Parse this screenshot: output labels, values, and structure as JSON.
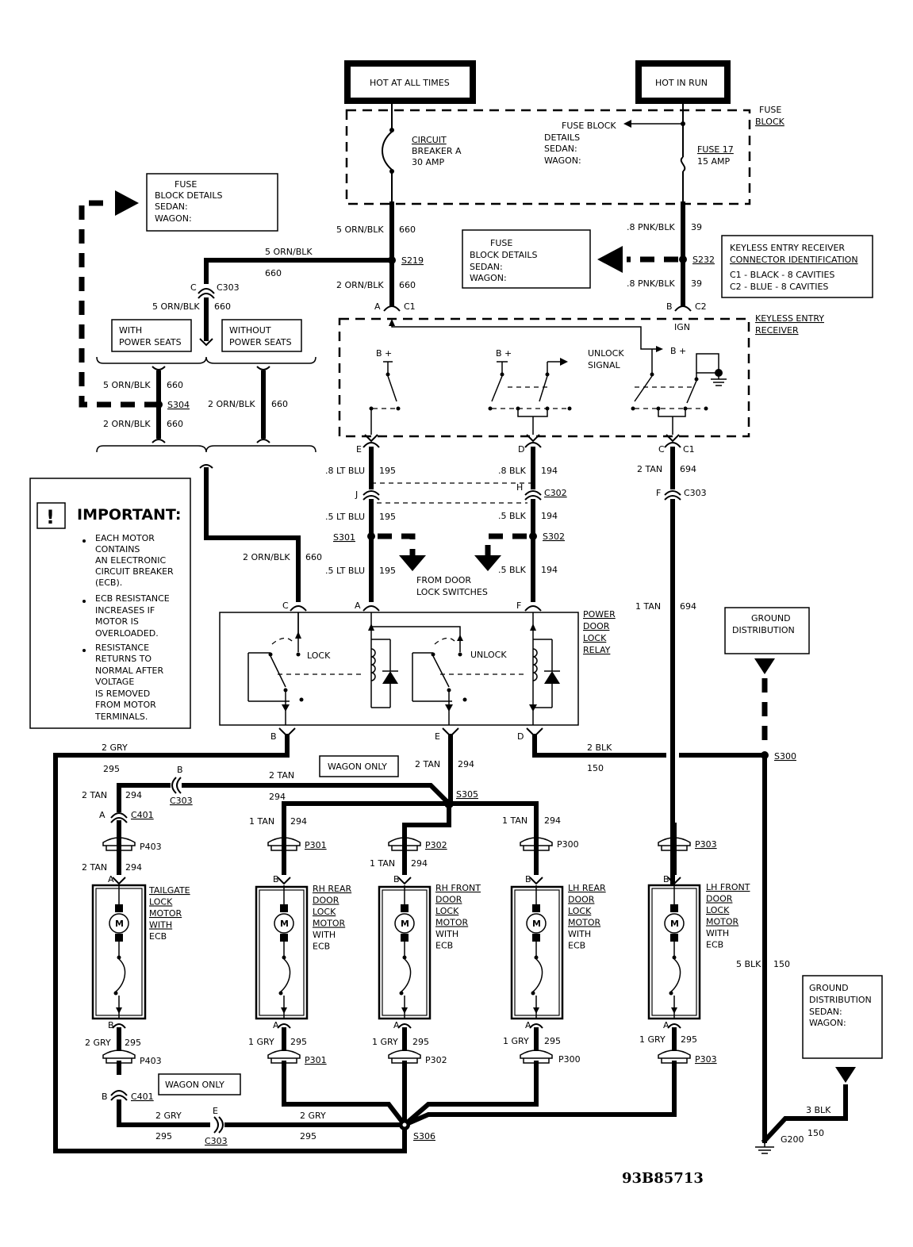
{
  "title_boxes": {
    "hot_all_times": "HOT AT ALL TIMES",
    "hot_in_run": "HOT IN RUN"
  },
  "fuse_block": {
    "label_1": "FUSE",
    "label_2": "BLOCK",
    "breaker_1": "CIRCUIT",
    "breaker_2": "BREAKER A",
    "breaker_3": "30 AMP",
    "details_1": "FUSE BLOCK",
    "details_2": "DETAILS",
    "details_3": "SEDAN:",
    "details_4": "WAGON:",
    "fuse_1": "FUSE 17",
    "fuse_2": "15 AMP"
  },
  "fuse_ref_left": {
    "l1": "FUSE",
    "l2": "BLOCK DETAILS",
    "l3": "SEDAN:",
    "l4": "WAGON:"
  },
  "fuse_ref_mid": {
    "l1": "FUSE",
    "l2": "BLOCK DETAILS",
    "l3": "SEDAN:",
    "l4": "WAGON:"
  },
  "keyless_conn": {
    "l1": "KEYLESS ENTRY RECEIVER",
    "l2": "CONNECTOR IDENTIFICATION",
    "c1": "C1  -  BLACK    -  8 CAVITIES",
    "c2": "C2  -  BLUE     -  8 CAVITIES"
  },
  "receiver": {
    "l1": "KEYLESS ENTRY",
    "l2": "RECEIVER",
    "ign": "IGN",
    "bplus": "B +",
    "unlock1": "UNLOCK",
    "unlock2": "SIGNAL"
  },
  "wires": {
    "w660a": "5 ORN/BLK",
    "n660": "660",
    "w660b": "2 ORN/BLK",
    "w39a": ".8 PNK/BLK",
    "n39": "39",
    "w195a": ".8 LT BLU",
    "n195": "195",
    "w195b": ".5 LT BLU",
    "w194a": ".8 BLK",
    "n194": "194",
    "w194b": ".5 BLK",
    "w694a": "2 TAN",
    "n694": "694",
    "w694b": "1 TAN",
    "w294a": "2 TAN",
    "n294": "294",
    "w294b": "1 TAN",
    "w295a": "2 GRY",
    "n295": "295",
    "w295b": "1 GRY",
    "w150a": "2 BLK",
    "n150": "150",
    "w150b": "5 BLK",
    "w150c": "3 BLK"
  },
  "splices": {
    "s219": "S219",
    "s232": "S232",
    "s304": "S304",
    "s301": "S301",
    "s302": "S302",
    "s305": "S305",
    "s300": "S300",
    "s306": "S306",
    "g200": "G200"
  },
  "connectors": {
    "c303": "C303",
    "c1": "C1",
    "c2": "C2",
    "c302": "C302",
    "c401": "C401",
    "p403": "P403",
    "p301": "P301",
    "p302": "P302",
    "p300": "P300",
    "p303": "P303",
    "pa": "A",
    "pb": "B",
    "pc": "C",
    "pd": "D",
    "pe": "E",
    "pf": "F",
    "ph": "H",
    "pj": "J"
  },
  "seat_options": {
    "with_1": "WITH",
    "with_2": "POWER SEATS",
    "without_1": "WITHOUT",
    "without_2": "POWER SEATS"
  },
  "door_switches": {
    "l1": "FROM DOOR",
    "l2": "LOCK SWITCHES"
  },
  "important": {
    "heading": "IMPORTANT:",
    "b1": [
      "EACH MOTOR",
      "CONTAINS",
      "AN ELECTRONIC",
      "CIRCUIT BREAKER",
      "(ECB)."
    ],
    "b2": [
      "ECB RESISTANCE",
      "INCREASES IF",
      "MOTOR IS",
      "OVERLOADED."
    ],
    "b3": [
      "RESISTANCE",
      "RETURNS TO",
      "NORMAL AFTER",
      "VOLTAGE",
      "IS REMOVED",
      "FROM MOTOR",
      "TERMINALS."
    ]
  },
  "relay": {
    "l1": "POWER",
    "l2": "DOOR",
    "l3": "LOCK",
    "l4": "RELAY",
    "lock": "LOCK",
    "unlock": "UNLOCK"
  },
  "ground_dist": {
    "l1": "GROUND",
    "l2": "DISTRIBUTION"
  },
  "ground_dist2": {
    "l1": "GROUND",
    "l2": "DISTRIBUTION",
    "l3": "SEDAN:",
    "l4": "WAGON:"
  },
  "wagon_only": "WAGON ONLY",
  "motors": {
    "tailgate": [
      "TAILGATE",
      "LOCK",
      "MOTOR",
      "WITH",
      "ECB"
    ],
    "rh_rear": [
      "RH REAR",
      "DOOR",
      "LOCK",
      "MOTOR",
      "WITH",
      "ECB"
    ],
    "rh_front": [
      "RH FRONT",
      "DOOR",
      "LOCK",
      "MOTOR",
      "WITH",
      "ECB"
    ],
    "lh_rear": [
      "LH REAR",
      "DOOR",
      "LOCK",
      "MOTOR",
      "WITH",
      "ECB"
    ],
    "lh_front": [
      "LH FRONT",
      "DOOR",
      "LOCK",
      "MOTOR",
      "WITH",
      "ECB"
    ],
    "m": "M"
  },
  "diagram_id": "93B85713"
}
